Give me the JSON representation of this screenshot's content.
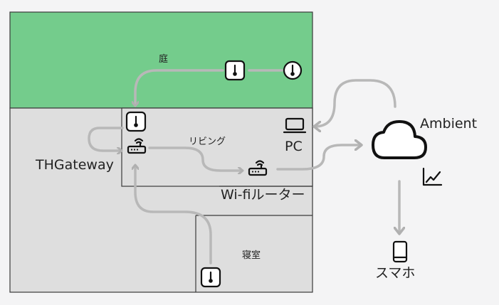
{
  "rooms": {
    "garden": {
      "label": "庭",
      "color": "#74cc8c"
    },
    "living": {
      "label": "リビング"
    },
    "bedroom": {
      "label": "寝室"
    },
    "house_color": "#dedede",
    "wall_color": "#3a3a3a"
  },
  "devices": {
    "gateway": {
      "label": "THGateway"
    },
    "router": {
      "label": "Wi-fiルーター"
    },
    "pc": {
      "label": "PC"
    },
    "cloud": {
      "label": "Ambient"
    },
    "phone": {
      "label": "スマホ"
    }
  },
  "icons": {
    "thermometer": "thermometer-icon",
    "wifi_router": "wifi-router-icon",
    "laptop": "laptop-icon",
    "cloud": "cloud-icon",
    "chart": "line-chart-icon",
    "phone": "smartphone-icon"
  },
  "colors": {
    "arrow": "#b8b8b8",
    "icon": "#111111"
  }
}
